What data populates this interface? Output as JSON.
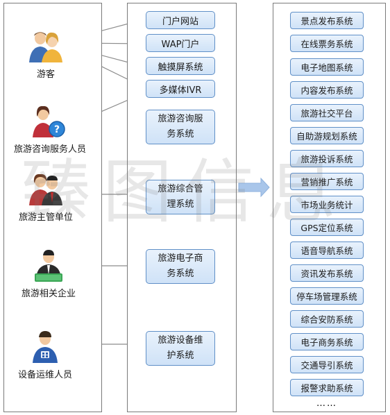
{
  "actors": [
    {
      "id": "tourist",
      "label": "游客",
      "icon": "tourist-couple-icon"
    },
    {
      "id": "consult-staff",
      "label": "旅游咨询服务人员",
      "icon": "consultant-staff-icon"
    },
    {
      "id": "authority",
      "label": "旅游主管单位",
      "icon": "authority-officials-icon"
    },
    {
      "id": "enterprise",
      "label": "旅游相关企业",
      "icon": "businessman-icon"
    },
    {
      "id": "maintenance",
      "label": "设备运维人员",
      "icon": "maintenance-worker-icon"
    }
  ],
  "middle_systems": [
    {
      "label": "门户网站"
    },
    {
      "label": "WAP门户"
    },
    {
      "label": "触摸屏系统"
    },
    {
      "label": "多媒体IVR"
    },
    {
      "label": "旅游咨询服务系统"
    },
    {
      "label": "旅游综合管理系统"
    },
    {
      "label": "旅游电子商务系统"
    },
    {
      "label": "旅游设备维护系统"
    }
  ],
  "right_systems": [
    "景点发布系统",
    "在线票务系统",
    "电子地图系统",
    "内容发布系统",
    "旅游社交平台",
    "自助游规划系统",
    "旅游投诉系统",
    "营销推广系统",
    "市场业务统计",
    "GPS定位系统",
    "语音导航系统",
    "资讯发布系统",
    "停车场管理系统",
    "综合安防系统",
    "电子商务系统",
    "交通导引系统",
    "报警求助系统"
  ],
  "ellipsis": "……",
  "watermark": "臻图信息",
  "colors": {
    "box_border": "#5f8fc7",
    "box_fill": "#d9e8f8",
    "arrow": "#888888",
    "big_arrow": "#a9c6ea"
  }
}
